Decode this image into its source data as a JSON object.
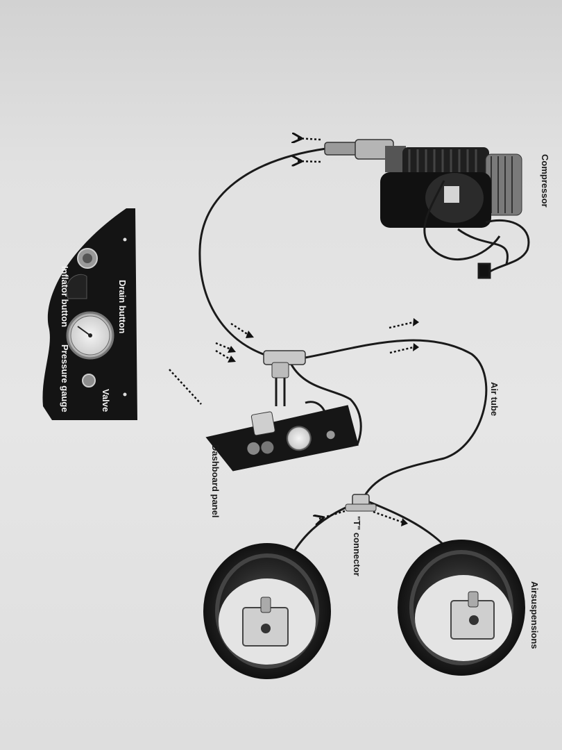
{
  "labels": {
    "compressor": "Compressor",
    "air_tube": "Air tube",
    "dashboard_panel": "Dashboard panel",
    "t_connector": "\"T\" connector",
    "air_suspensions": "Airsuspensions",
    "drain_button": "Drain button",
    "inflator_button": "Inflator button",
    "pressure_gauge": "Pressure gauge",
    "valve": "Valve"
  },
  "colors": {
    "background": "#e3e3e3",
    "component_dark": "#1c1c1c",
    "text": "#1a1a1a",
    "panel_text": "#f2f2f2"
  }
}
